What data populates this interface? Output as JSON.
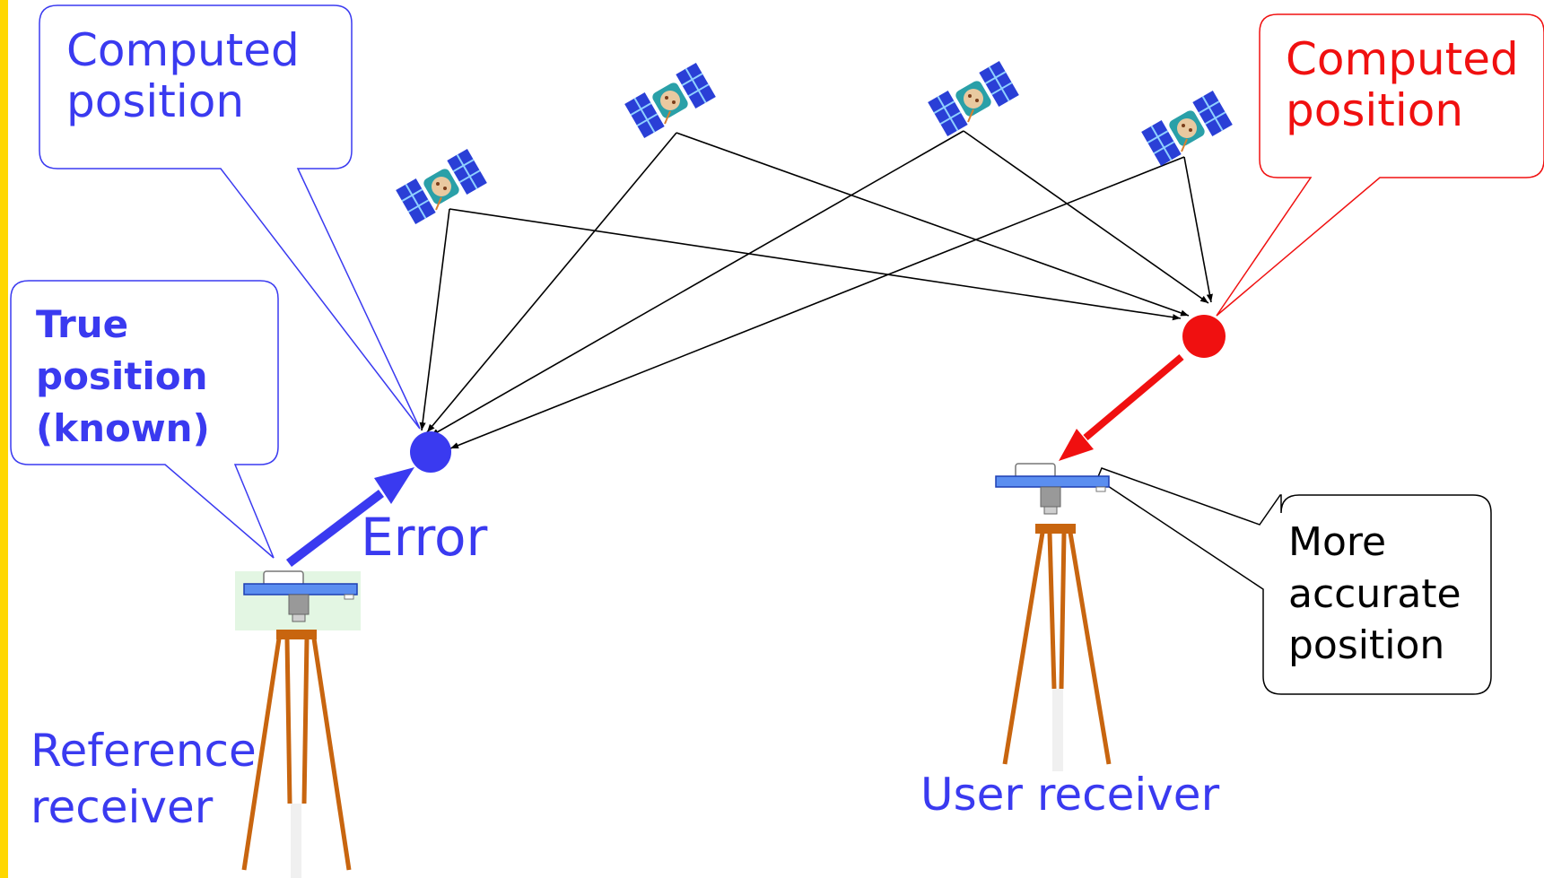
{
  "colors": {
    "blue": "#3a3af0",
    "red": "#f01010",
    "black": "#000000",
    "accent_bar": "#ffd700",
    "tripod": "#c8650f"
  },
  "callouts": {
    "reference_computed": {
      "line1": "Computed",
      "line2": "position"
    },
    "user_computed": {
      "line1": "Computed",
      "line2": "position"
    },
    "true_position": {
      "line1": "True",
      "line2": "position",
      "line3": "(known)"
    },
    "more_accurate": {
      "line1": "More",
      "line2": "accurate",
      "line3": "position"
    }
  },
  "labels": {
    "error": "Error",
    "reference_receiver": {
      "line1": "Reference",
      "line2": "receiver"
    },
    "user_receiver": "User receiver"
  },
  "icons": {
    "satellites": [
      "satellite-icon",
      "satellite-icon",
      "satellite-icon",
      "satellite-icon"
    ],
    "receivers": [
      "gps-receiver-icon",
      "gps-receiver-icon"
    ]
  }
}
